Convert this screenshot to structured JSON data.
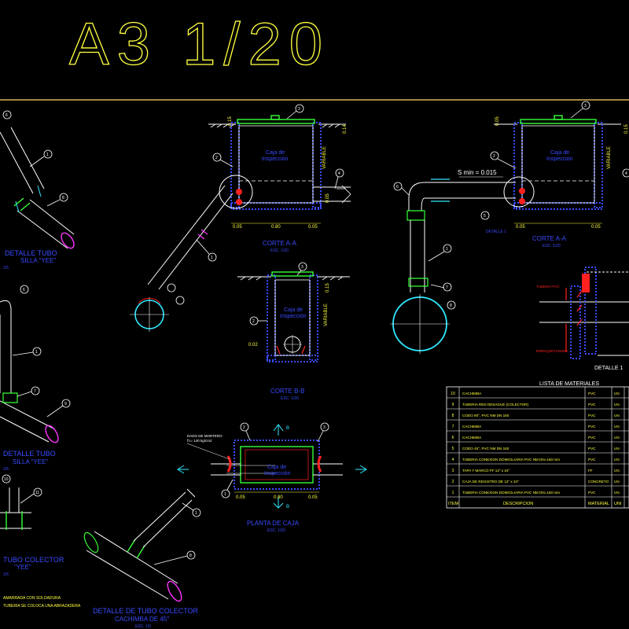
{
  "sheet": {
    "title": "A3  1/20",
    "colors": {
      "background": "#000000",
      "frame": "#ffd966",
      "yellow": "#ffff40",
      "white": "#ffffff",
      "blue": "#3a4bff",
      "green": "#36ff36",
      "cyan": "#30e8ff",
      "red": "#ff2020",
      "magenta": "#ff33ff"
    }
  },
  "views": {
    "corte_aa_left": {
      "title": "CORTE  A-A",
      "scale": "ESC. 1/20",
      "box_label_1": "Caja de",
      "box_label_2": "Inspección",
      "side": "VARIABLE",
      "dims": [
        "0.05",
        "0.80",
        "0.05",
        "0.05",
        "0.15",
        "0.14",
        "0.05"
      ],
      "balloons": [
        "1",
        "2",
        "3",
        "4"
      ]
    },
    "corte_bb": {
      "title": "CORTE  B-B",
      "scale": "ESC. 1/20",
      "box_label_1": "Caja de",
      "box_label_2": "Inspección",
      "side": "VARIABLE",
      "dims": [
        "0.02",
        "0.15"
      ],
      "balloons": [
        "2",
        "3"
      ]
    },
    "corte_aa_right": {
      "title": "CORTE  A-A",
      "scale": "ESC. 1/20",
      "box_label_1": "Caja de",
      "box_label_2": "Inspección",
      "side": "VARIABLE",
      "slope": "S min = 0.015",
      "detail_ref": "DETALLE 1",
      "dims": [
        "0.05",
        "0.05",
        "0.05",
        "0.15"
      ],
      "balloons": [
        "1",
        "2",
        "3",
        "4",
        "5",
        "6",
        "7",
        "8"
      ]
    },
    "planta": {
      "title": "PLANTA  DE  CAJA",
      "scale": "ESC. 1/20",
      "box_label_1": "Caja de",
      "box_label_2": "Inspección",
      "note_1": "DADO DE MORTERO",
      "note_2": "f'c= 140 kg/cm2",
      "section_b": "B",
      "dims": [
        "0.05",
        "0.80",
        "0.05"
      ],
      "balloons": [
        "1",
        "2",
        "3"
      ]
    },
    "detalle_1": {
      "title": "DETALLE  1",
      "note_1": "TUBERIA PVC",
      "note_2": "EMPAQUETADURA"
    },
    "detail_top_left": {
      "title_1": "DETALLE TUBO",
      "title_2": "SILLA \"YEE\"",
      "scale": "1/5",
      "balloons": [
        "6",
        "1",
        "8"
      ]
    },
    "detail_mid_left": {
      "title_1": "DETALLE  TUBO",
      "title_2": "SILLA  \"YEE\"",
      "scale": "1/5",
      "balloons": [
        "6",
        "1",
        "7",
        "9"
      ]
    },
    "detail_bottom_left": {
      "title_1": "TUBO COLECTOR",
      "title_2": "\"YEE\"",
      "scale": "1/5",
      "note_1": "AMARRADA CON SOLDADURA",
      "note_2": "TUBERIA SE COLOCA UNA ABRAZADERA",
      "balloons": [
        "10",
        "11"
      ]
    },
    "detail_bottom_mid": {
      "title_1": "DETALLE  DE  TUBO  COLECTOR",
      "title_2": "CACHIMBA DE 45°",
      "scale": "ESC. 1/5",
      "balloons": [
        "1",
        "8"
      ]
    }
  },
  "materials_table": {
    "title": "LISTA   DE   MATERIALES",
    "headers": [
      "ITEM",
      "DESCRIPCION",
      "MATERIAL",
      "UNI"
    ],
    "rows": [
      {
        "item": "10",
        "desc": "CACHIMBA",
        "material": "PVC",
        "unit": "UN"
      },
      {
        "item": "9",
        "desc": "TUBERIA RED DESAGUE (COLECTOR)",
        "material": "PVC",
        "unit": "UN"
      },
      {
        "item": "8",
        "desc": "CODO 90°, PVC NM DN 160",
        "material": "PVC",
        "unit": "UN"
      },
      {
        "item": "7",
        "desc": "CACHIMBA",
        "material": "PVC",
        "unit": "UN"
      },
      {
        "item": "6",
        "desc": "CACHIMBA",
        "material": "PVC",
        "unit": "UN"
      },
      {
        "item": "5",
        "desc": "CODO 45°, PVC NM DN 160",
        "material": "PVC",
        "unit": "UN"
      },
      {
        "item": "4",
        "desc": "TUBERIA CONEXION DOMICILIARIA PVC NM DN=160 mm",
        "material": "PVC",
        "unit": "UN"
      },
      {
        "item": "3",
        "desc": "TAPA Y MARCO FF 12\" x 24\"",
        "material": "FF",
        "unit": "UN"
      },
      {
        "item": "2",
        "desc": "CAJA DE REGISTRO DE 12\" x 24\"",
        "material": "CONCRETO",
        "unit": "UN"
      },
      {
        "item": "1",
        "desc": "TUBERIA CONEXION DOMICILIARIA PVC NM DN=160 mm",
        "material": "PVC",
        "unit": "UN"
      }
    ]
  }
}
